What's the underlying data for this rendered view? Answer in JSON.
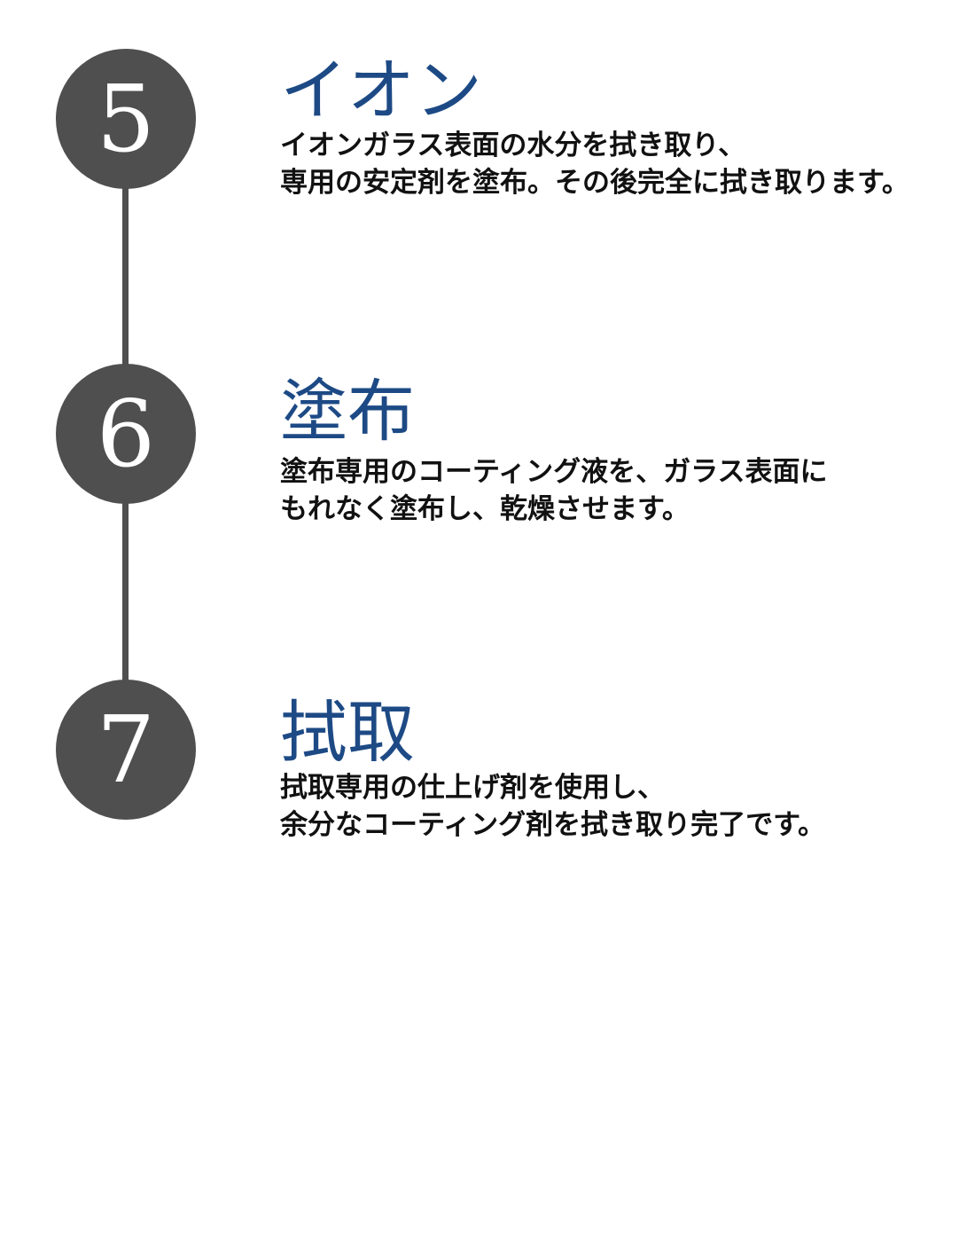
{
  "colors": {
    "circle": "#4f4f4f",
    "connector": "#4f4f4f",
    "number": "#ffffff",
    "title": "#1d4a85",
    "description": "#111111",
    "background": "#ffffff"
  },
  "steps": [
    {
      "number": "5",
      "title": "イオン",
      "description": [
        "イオンガラス表面の水分を拭き取り、",
        "専用の安定剤を塗布。その後完全に拭き取ります。"
      ]
    },
    {
      "number": "6",
      "title": "塗布",
      "description": [
        "塗布専用のコーティング液を、ガラス表面に",
        "もれなく塗布し、乾燥させます。"
      ]
    },
    {
      "number": "7",
      "title": "拭取",
      "description": [
        "拭取専用の仕上げ剤を使用し、",
        "余分なコーティング剤を拭き取り完了です。"
      ]
    }
  ]
}
